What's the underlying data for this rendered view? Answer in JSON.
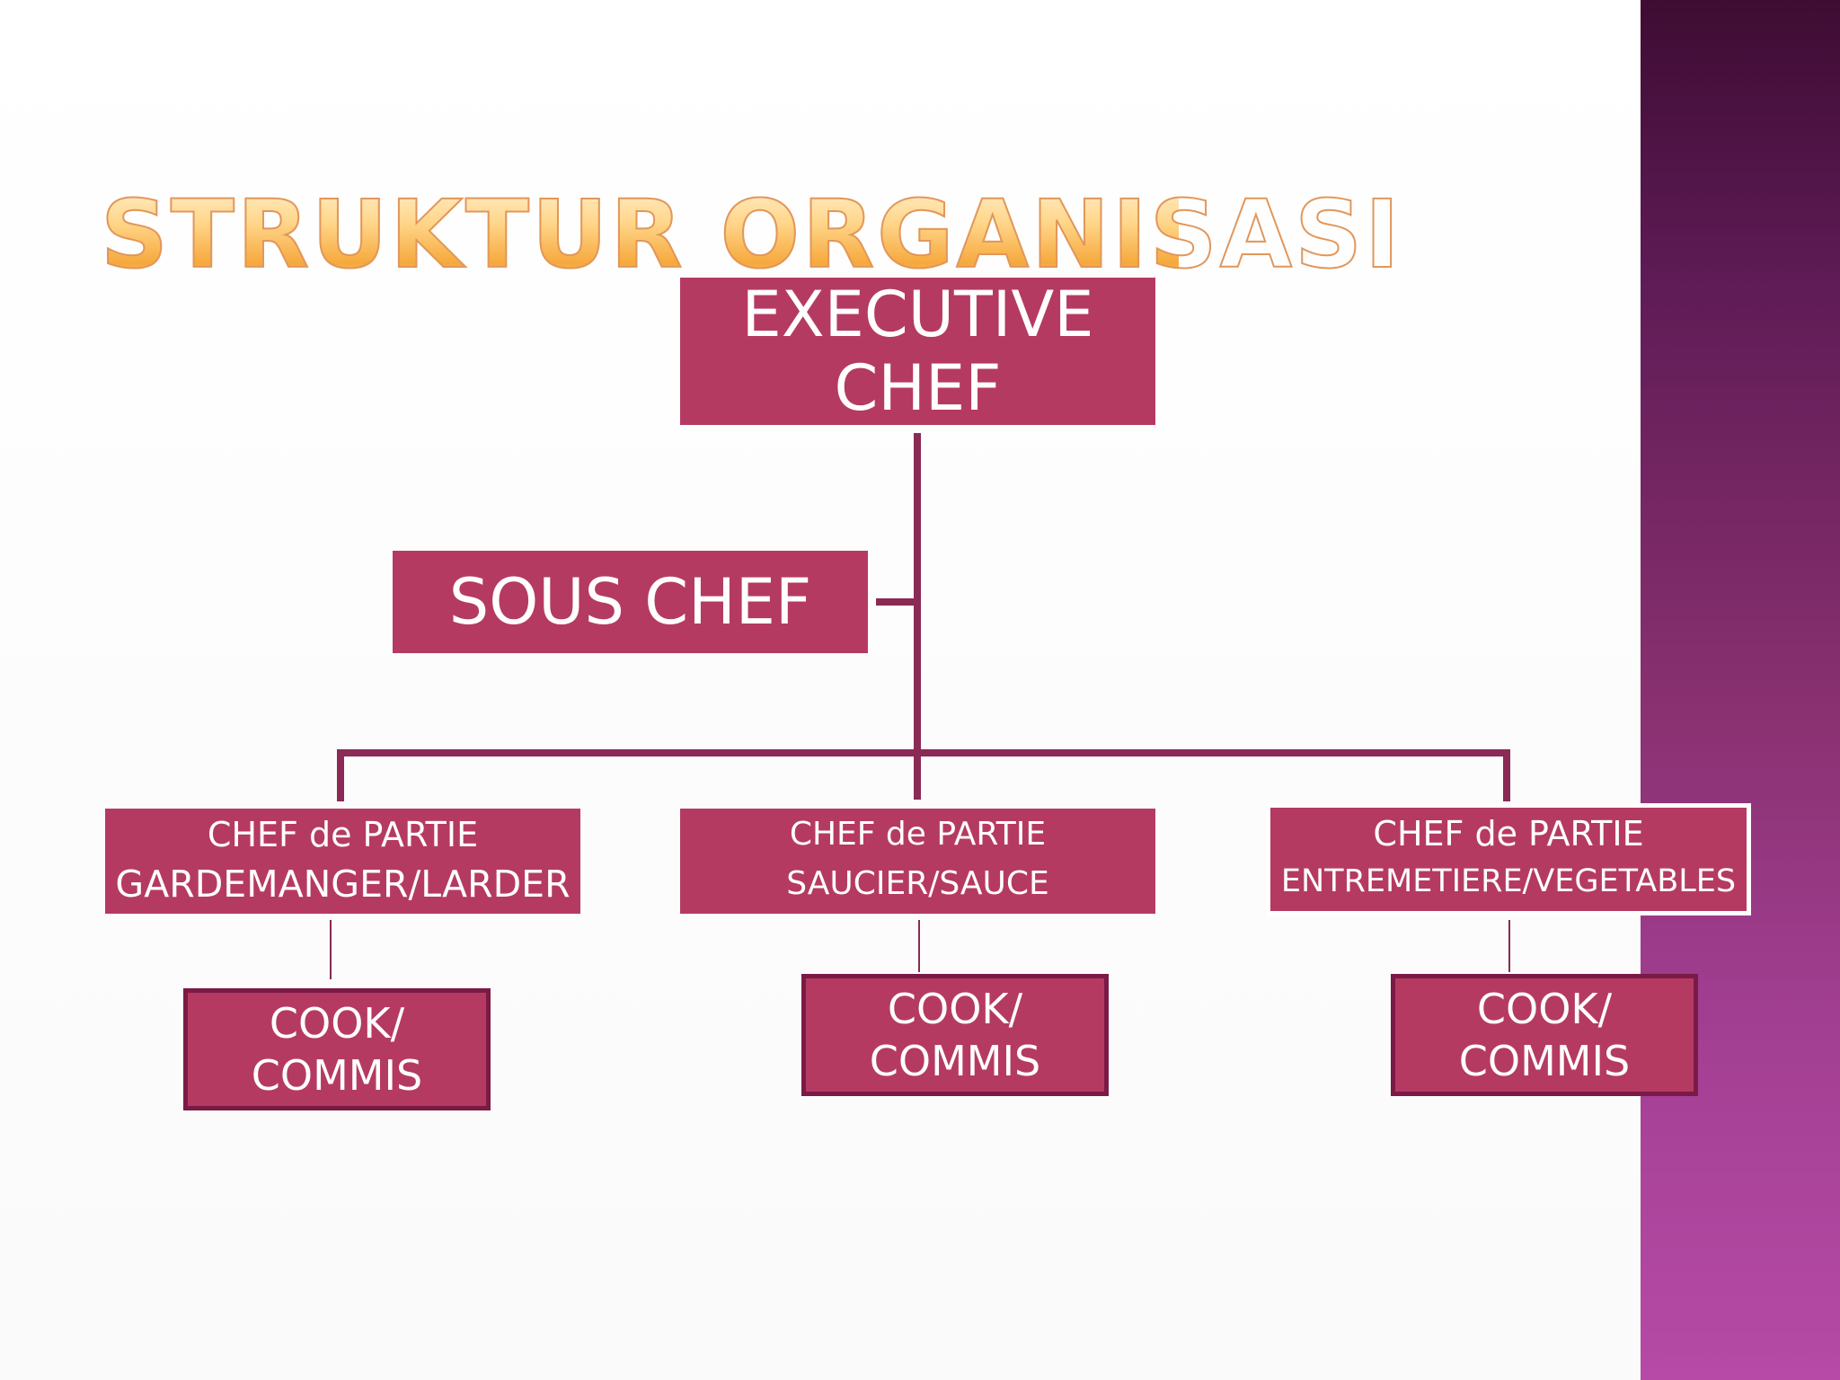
{
  "slide": {
    "title": "STRUKTUR ORGANISASI",
    "colors": {
      "box_fill": "#b53a62",
      "box_text": "#ffffff",
      "connector": "#8a2a55",
      "cook_border": "#7c1a46",
      "title_gold": "#f6a83c",
      "side_band_top": "#3e0c33",
      "side_band_bottom": "#b64aa6"
    }
  },
  "chart": {
    "executive": {
      "line1": "EXECUTIVE",
      "line2": "CHEF"
    },
    "sous_chef": {
      "label": "SOUS CHEF"
    },
    "chefs_de_partie": [
      {
        "line1": "CHEF de PARTIE",
        "line2": "GARDEMANGER/LARDER"
      },
      {
        "line1": "CHEF de PARTIE",
        "line2": "SAUCIER/SAUCE"
      },
      {
        "line1": "CHEF de PARTIE",
        "line2": "ENTREMETIERE/VEGETABLES"
      }
    ],
    "cooks": [
      {
        "line1": "COOK/",
        "line2": "COMMIS"
      },
      {
        "line1": "COOK/",
        "line2": "COMMIS"
      },
      {
        "line1": "COOK/",
        "line2": "COMMIS"
      }
    ]
  }
}
